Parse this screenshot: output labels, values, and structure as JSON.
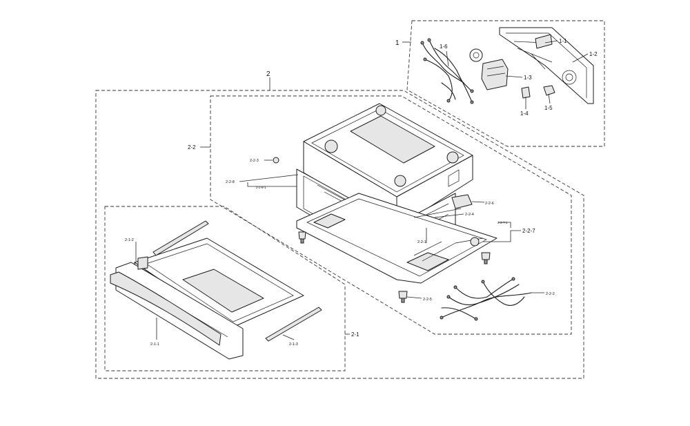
{
  "labels": {
    "l1": "1",
    "l1_1": "1-1",
    "l1_2": "1-2",
    "l1_3": "1-3",
    "l1_4": "1-4",
    "l1_5": "1-5",
    "l1_6": "1-6",
    "l2": "2",
    "l2_1": "2-1",
    "l2_1_1": "2-1-1",
    "l2_1_2": "2-1-2",
    "l2_1_3": "2-1-3",
    "l2_2": "2-2",
    "l2_2_1": "2-2-1",
    "l2_2_2": "2-2-2",
    "l2_2_3": "2-2-3",
    "l2_2_4": "2-2-4",
    "l2_2_5": "2-2-5",
    "l2_2_6": "2-2-6",
    "l2_2_7": "2-2-7",
    "l2_2_7_1": "2-2-7-1",
    "l2_2_8": "2-2-8",
    "l2_2_8_1": "2-2-8-1"
  },
  "colors": {
    "line": "#1a1a1a",
    "dashed_border": "#333333",
    "background": "#ffffff"
  }
}
